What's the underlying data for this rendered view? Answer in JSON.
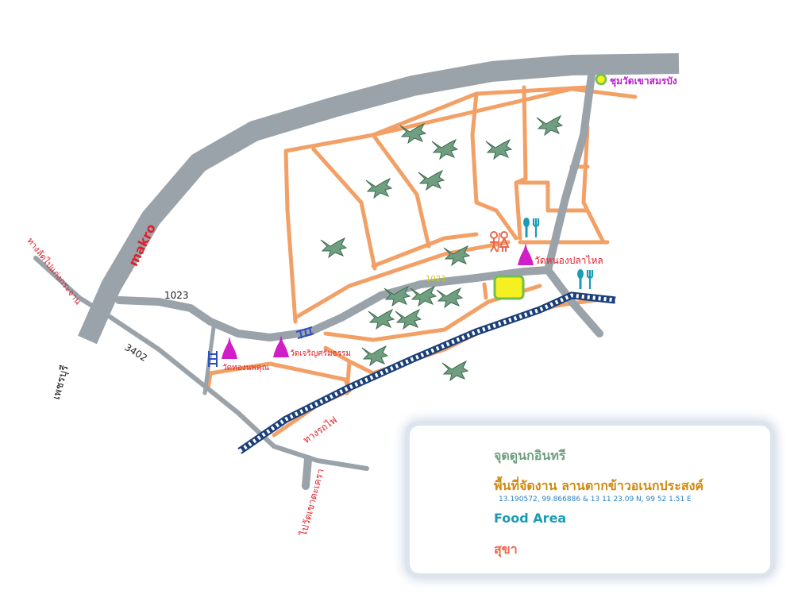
{
  "roads": {
    "highway_label": "makro",
    "road_1023_left": "1023",
    "road_1023_right": "1023",
    "road_3402": "3402",
    "phetchaburi": "เพชรบุรี",
    "shortcut_kaeng_krachan": "ทางลัดไปแก่งกระจาน",
    "railway": "ทางรถไฟ",
    "to_wat_khao_takhrao": "ไปวัดเขาตะเครา"
  },
  "places": {
    "wat_thong_noppakhun": "วัดทองนพคุณ",
    "wat_charoen_sammatham": "วัดเจริญศรัมธรรม",
    "wat_nong_pla_lai": "วัดหนองปลาไหล",
    "chum_wat_khao_somrabang": "ชุมวัดเขาสมรบัง"
  },
  "legend": {
    "eagle": "จุดดูนกอินทรี",
    "event_area": "พื้นที่จัดงาน ลานตากข้าวอเนกประสงค์",
    "coordinates": "13.190572, 99.866886  & 13 11 23.09 N, 99 52 1.51 E",
    "food": "Food Area",
    "toilet": "สุขา"
  },
  "colors": {
    "road": "#9aa3aa",
    "field_border": "#f2a066",
    "eagle": "#6f9f80",
    "temple": "#d21ec8",
    "food": "#1a9bb5",
    "toilet": "#e8674a",
    "event_area": "#f5f020",
    "label_red": "#e0202a",
    "label_magenta": "#b81ccc",
    "legend_orange": "#d08a10",
    "legend_green": "#6f9f80",
    "legend_blue": "#2a7fc0"
  },
  "icons": [
    "eagle-icon",
    "temple-icon",
    "food-icon",
    "toilet-icon",
    "bridge-icon",
    "event-area-icon",
    "railway-icon"
  ]
}
